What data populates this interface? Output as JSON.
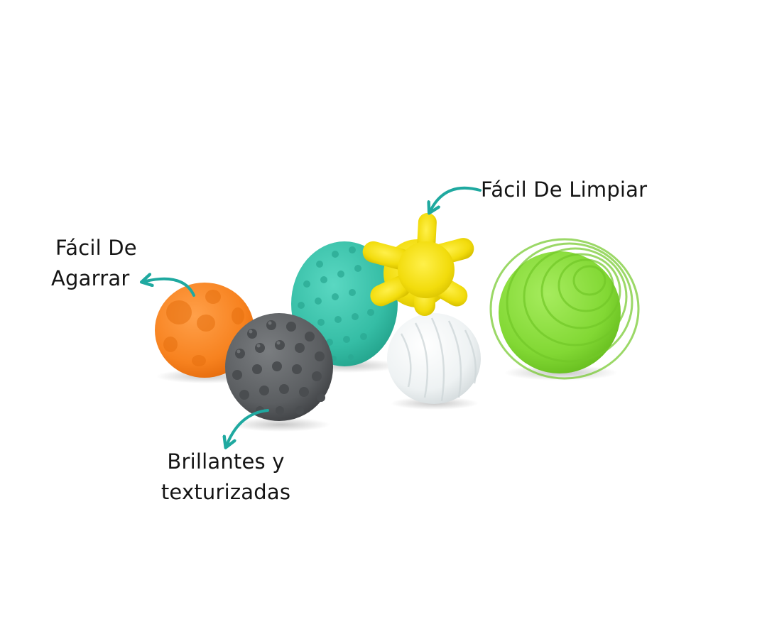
{
  "labels": {
    "grip": {
      "line1": "Fácil De",
      "line2": "Agarrar"
    },
    "clean": {
      "line1": "Fácil De Limpiar"
    },
    "texture": {
      "line1": "Brillantes y",
      "line2": "texturizadas"
    }
  },
  "colors": {
    "arrow": "#1fa9a0",
    "orange_ball": "#f7821f",
    "teal_ball": "#3fc6ad",
    "yellow_star": "#f2dc0c",
    "white_ball": "#eef2f3",
    "green_ball": "#82d834",
    "gray_ball": "#5d6062"
  },
  "products": [
    {
      "name": "orange-crater-ball"
    },
    {
      "name": "teal-nubby-ball"
    },
    {
      "name": "gray-spiky-ball"
    },
    {
      "name": "yellow-star-ball"
    },
    {
      "name": "white-swirl-ball"
    },
    {
      "name": "green-ridged-ball"
    }
  ]
}
